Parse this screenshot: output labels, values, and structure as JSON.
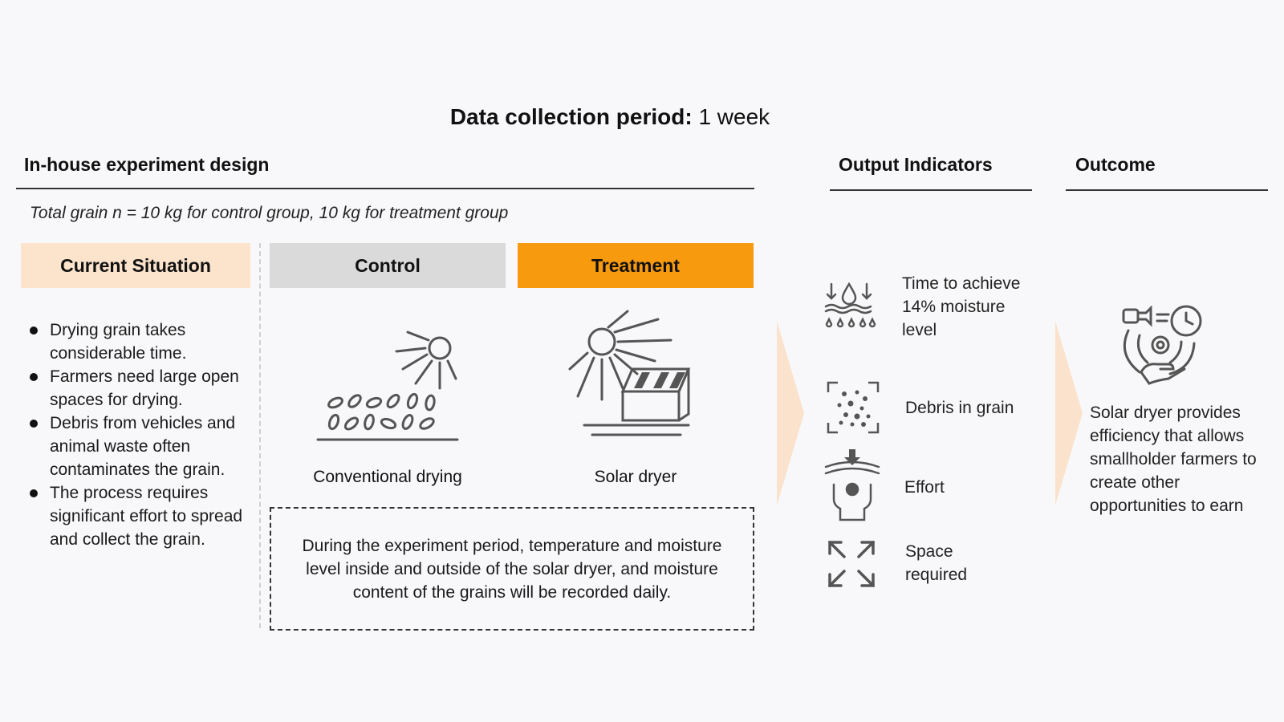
{
  "header": {
    "period_label": "Data collection period:",
    "period_value": "1 week"
  },
  "design": {
    "title": "In-house experiment design",
    "subtitle": "Total grain n = 10 kg for control group, 10 kg for treatment group"
  },
  "columns": {
    "current_situation": "Current Situation",
    "control": "Control",
    "treatment": "Treatment"
  },
  "current_bullets": [
    "Drying grain takes considerable time.",
    "Farmers need large open spaces for drying.",
    "Debris from vehicles and animal waste often contaminates the grain.",
    "The process requires significant effort to spread and collect the grain."
  ],
  "captions": {
    "control": "Conventional drying",
    "treatment": "Solar dryer"
  },
  "note": "During the experiment period, temperature and moisture level inside and outside of the solar dryer, and moisture content of the grains will be recorded daily.",
  "output_indicators": {
    "title": "Output Indicators",
    "items": [
      {
        "icon": "moisture-icon",
        "label": "Time to achieve 14% moisture level"
      },
      {
        "icon": "debris-icon",
        "label": "Debris in grain"
      },
      {
        "icon": "effort-icon",
        "label": "Effort"
      },
      {
        "icon": "expand-arrows-icon",
        "label": "Space required"
      }
    ]
  },
  "outcome": {
    "title": "Outcome",
    "icon": "efficiency-icon",
    "text": "Solar dryer provides efficiency that allows smallholder farmers to create other opportunities to earn"
  },
  "colors": {
    "current_bg": "#fbe3cc",
    "control_bg": "#dadada",
    "treatment_bg": "#f79a0e",
    "arrow": "#fbe2cc"
  }
}
